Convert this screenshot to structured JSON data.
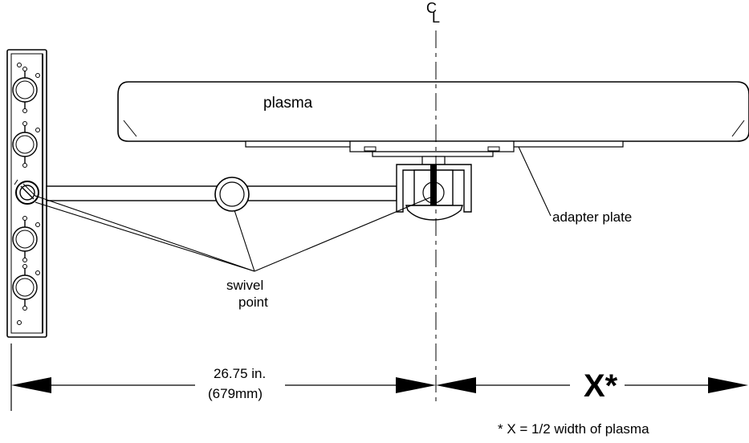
{
  "labels": {
    "plasma": "plasma",
    "adapter_plate": "adapter plate",
    "swivel_line1": "swivel",
    "swivel_line2": "point",
    "dimension_inches": "26.75 in.",
    "dimension_mm": "(679mm)",
    "x_symbol": "X*",
    "footnote": "* X = 1/2 width of plasma",
    "centerline_c": "C",
    "centerline_l": "L"
  }
}
